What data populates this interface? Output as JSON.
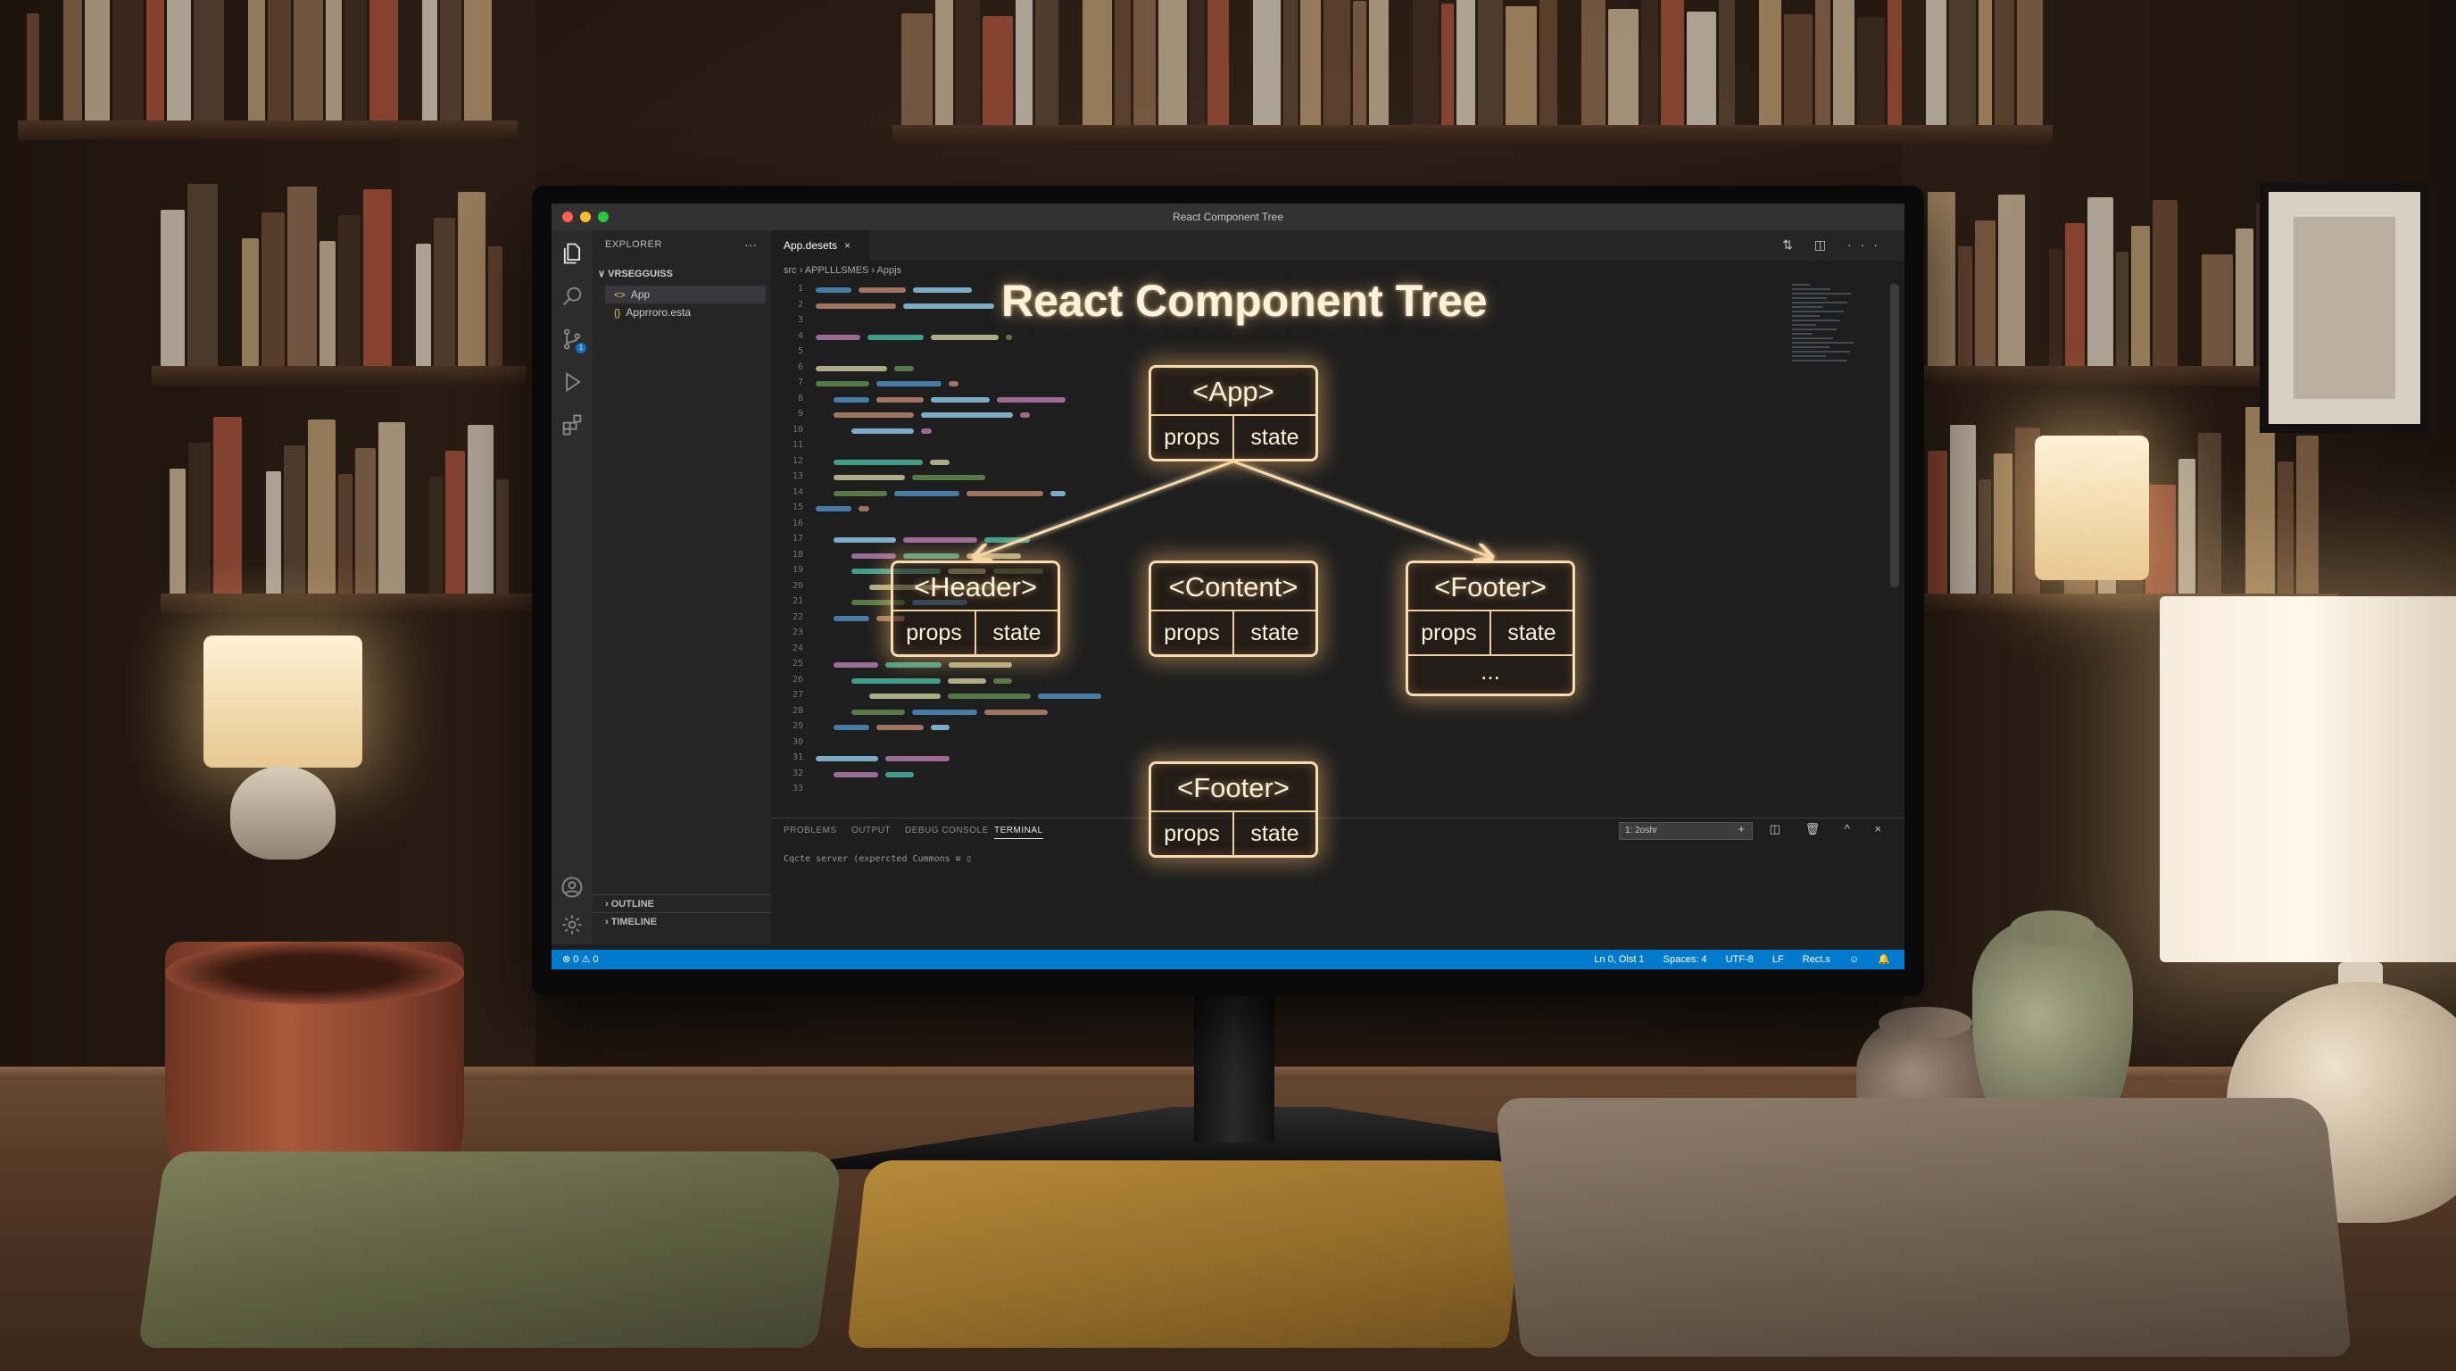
{
  "window": {
    "title": "React Component Tree"
  },
  "activity_bar": {
    "items": [
      {
        "icon": "files-icon",
        "active": true
      },
      {
        "icon": "search-icon"
      },
      {
        "icon": "source-control-icon",
        "badge": "1"
      },
      {
        "icon": "run-debug-icon"
      },
      {
        "icon": "extensions-icon"
      }
    ],
    "bottom": [
      {
        "icon": "account-icon"
      },
      {
        "icon": "gear-icon"
      }
    ]
  },
  "sidebar": {
    "header": "EXPLORER",
    "more": "···",
    "folder": "∨ VRSEGGUISS",
    "files": [
      {
        "icon": "<>",
        "name": "App",
        "active": true
      },
      {
        "icon": "{}",
        "name": "Apprroro.esta"
      }
    ],
    "sections": [
      "› OUTLINE",
      "› TIMELINE"
    ]
  },
  "editor": {
    "tab": {
      "label": "App.desets",
      "close": "×"
    },
    "tab_actions": "⇅ ◫ ···",
    "breadcrumb": "src › APPLLLSMES › Appjs",
    "line_numbers": [
      "1",
      "2",
      "3",
      "4",
      "5",
      "6",
      "7",
      "8",
      "9",
      "10",
      "11",
      "12",
      "13",
      "14",
      "15",
      "16",
      "17",
      "18",
      "19",
      "20",
      "21",
      "22",
      "23",
      "24",
      "25",
      "26",
      "27",
      "28",
      "29",
      "30",
      "31",
      "32",
      "33"
    ]
  },
  "panel": {
    "tabs": [
      "PROBLEMS",
      "OUTPUT",
      "DEBUG CONSOLE",
      "TERMINAL"
    ],
    "active_tab": "TERMINAL",
    "terminal_select": "1: 2oshr",
    "actions": "+ ◫ 🗑 ^ ×",
    "terminal_line": "Cqcte server (expercted Cummons ≡ ▯"
  },
  "status_bar": {
    "left": "⊗ 0 ⚠ 0",
    "items": [
      "Ln 0, Olst 1",
      "Spaces: 4",
      "UTF-8",
      "LF",
      "Rect.s",
      "☺",
      "🔔"
    ]
  },
  "diagram": {
    "title": "React Component Tree",
    "nodes": {
      "app": {
        "name": "<App>",
        "props": "props",
        "state": "state"
      },
      "header": {
        "name": "<Header>",
        "props": "props",
        "state": "state"
      },
      "content": {
        "name": "<Content>",
        "props": "props",
        "state": "state"
      },
      "footer": {
        "name": "<Footer>",
        "props": "props",
        "state": "state",
        "extra": "..."
      },
      "footer2": {
        "name": "<Footer>",
        "props": "props",
        "state": "state"
      }
    },
    "edges": [
      [
        "app",
        "header"
      ],
      [
        "app",
        "content"
      ],
      [
        "app",
        "footer"
      ],
      [
        "content",
        "footer2"
      ]
    ],
    "colors": {
      "glow": "#f7dcb2",
      "text": "#fff2dc"
    }
  },
  "colors": {
    "status_bar": "#007acc",
    "editor_bg": "#1e1e1e",
    "sidebar_bg": "#252526"
  }
}
